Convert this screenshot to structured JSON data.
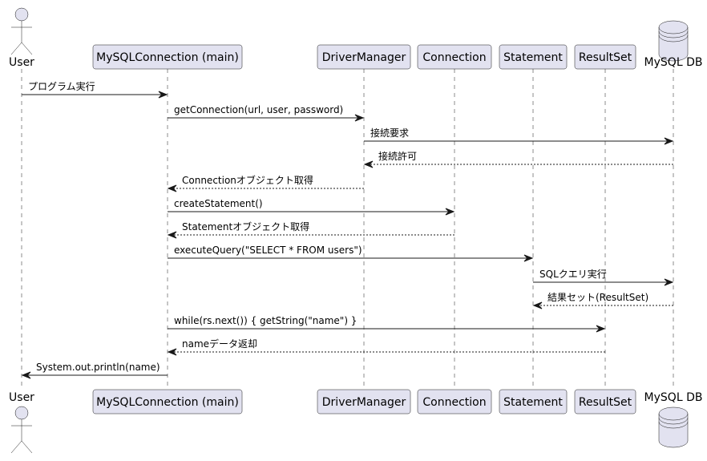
{
  "participants": [
    {
      "id": "user",
      "label": "User",
      "kind": "actor"
    },
    {
      "id": "main",
      "label": "MySQLConnection (main)",
      "kind": "participant"
    },
    {
      "id": "dm",
      "label": "DriverManager",
      "kind": "participant"
    },
    {
      "id": "conn",
      "label": "Connection",
      "kind": "participant"
    },
    {
      "id": "stmt",
      "label": "Statement",
      "kind": "participant"
    },
    {
      "id": "rs",
      "label": "ResultSet",
      "kind": "participant"
    },
    {
      "id": "db",
      "label": "MySQL DB",
      "kind": "database"
    }
  ],
  "messages": [
    {
      "from": "user",
      "to": "main",
      "label": "プログラム実行",
      "style": "solid"
    },
    {
      "from": "main",
      "to": "dm",
      "label": "getConnection(url, user, password)",
      "style": "solid"
    },
    {
      "from": "dm",
      "to": "db",
      "label": "接続要求",
      "style": "solid"
    },
    {
      "from": "db",
      "to": "dm",
      "label": "接続許可",
      "style": "dashed"
    },
    {
      "from": "dm",
      "to": "main",
      "label": "Connectionオブジェクト取得",
      "style": "dashed"
    },
    {
      "from": "main",
      "to": "conn",
      "label": "createStatement()",
      "style": "solid"
    },
    {
      "from": "conn",
      "to": "main",
      "label": "Statementオブジェクト取得",
      "style": "dashed"
    },
    {
      "from": "main",
      "to": "stmt",
      "label": "executeQuery(\"SELECT * FROM users\")",
      "style": "solid"
    },
    {
      "from": "stmt",
      "to": "db",
      "label": "SQLクエリ実行",
      "style": "solid"
    },
    {
      "from": "db",
      "to": "stmt",
      "label": "結果セット(ResultSet)",
      "style": "dashed"
    },
    {
      "from": "main",
      "to": "rs",
      "label": "while(rs.next()) { getString(\"name\") }",
      "style": "solid"
    },
    {
      "from": "rs",
      "to": "main",
      "label": "nameデータ返却",
      "style": "dashed"
    },
    {
      "from": "main",
      "to": "user",
      "label": "System.out.println(name)",
      "style": "solid"
    }
  ]
}
